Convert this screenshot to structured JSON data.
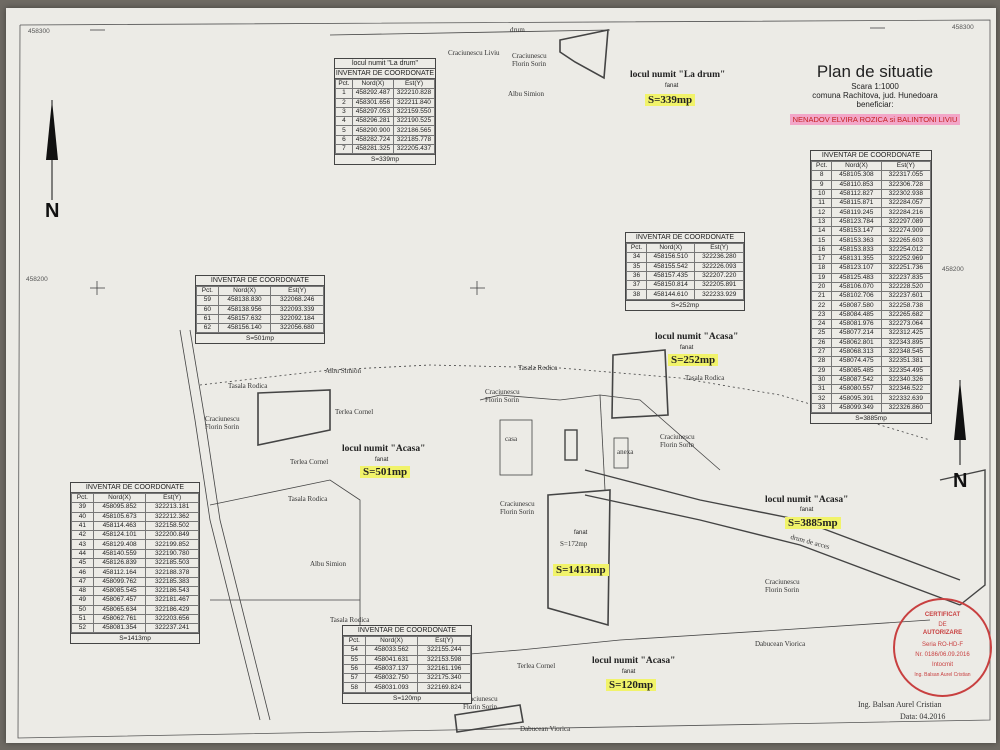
{
  "title_block": {
    "title": "Plan de situatie",
    "scale": "Scara 1:1000",
    "location": "comuna Rachitova, jud. Hunedoara",
    "beneficiar_label": "beneficiar:",
    "beneficiar": "NENADOV ELVIRA ROZICA si BALINTONI LIVIU"
  },
  "north_label": "N",
  "grid_coords": {
    "top_left": "458300",
    "top_right": "458300",
    "left_mid": "458200",
    "right_mid": "458200"
  },
  "parcels": [
    {
      "id": "la-drum",
      "loc": "locul numit \"La drum\"",
      "fanat": "fanat",
      "area": "S=339mp"
    },
    {
      "id": "acasa-252",
      "loc": "locul numit \"Acasa\"",
      "fanat": "fanat",
      "area": "S=252mp"
    },
    {
      "id": "acasa-501",
      "loc": "locul numit \"Acasa\"",
      "fanat": "fanat",
      "area": "S=501mp"
    },
    {
      "id": "acasa-1413",
      "loc": "",
      "fanat": "fanat",
      "area": "S=1413mp"
    },
    {
      "id": "acasa-3885",
      "loc": "locul numit \"Acasa\"",
      "fanat": "fanat",
      "area": "S=3885mp"
    },
    {
      "id": "acasa-120",
      "loc": "locul numit \"Acasa\"",
      "fanat": "fanat",
      "area": "S=120mp"
    }
  ],
  "map_labels": {
    "drum": "drum",
    "craciunescu_liviu": "Craciunescu Liviu",
    "craciunescu_florin_sorin": "Craciunescu Florin Sorin",
    "albu_simion": "Albu Simion",
    "tasala_rodica": "Tasala Rodica",
    "terlea_cornel": "Terlea Cornel",
    "casa": "casa",
    "anexa": "anexa",
    "drum_de_acces": "drum de acces",
    "dabucean_viorica": "Dabucean Viorica",
    "s_small": "S=172mp"
  },
  "tables": {
    "t1": {
      "caption": "locul numit \"La drum\"",
      "title": "INVENTAR DE COORDONATE",
      "headers": [
        "Pct.",
        "Nord(X)",
        "Est(Y)"
      ],
      "rows": [
        [
          "1",
          "458292.487",
          "322210.828"
        ],
        [
          "2",
          "458301.656",
          "322211.840"
        ],
        [
          "3",
          "458297.053",
          "322159.550"
        ],
        [
          "4",
          "458296.281",
          "322190.525"
        ],
        [
          "5",
          "458290.900",
          "322186.565"
        ],
        [
          "6",
          "458282.724",
          "322185.778"
        ],
        [
          "7",
          "458281.325",
          "322205.437"
        ]
      ],
      "area": "S=339mp"
    },
    "t2": {
      "title": "INVENTAR DE COORDONATE",
      "headers": [
        "Pct.",
        "Nord(X)",
        "Est(Y)"
      ],
      "rows": [
        [
          "8",
          "458105.308",
          "322317.055"
        ],
        [
          "9",
          "458110.853",
          "322306.728"
        ],
        [
          "10",
          "458112.827",
          "322302.938"
        ],
        [
          "11",
          "458115.871",
          "322284.057"
        ],
        [
          "12",
          "458119.245",
          "322284.216"
        ],
        [
          "13",
          "458123.784",
          "322297.089"
        ],
        [
          "14",
          "458153.147",
          "322274.909"
        ],
        [
          "15",
          "458153.363",
          "322265.603"
        ],
        [
          "16",
          "458153.833",
          "322254.012"
        ],
        [
          "17",
          "458131.355",
          "322252.969"
        ],
        [
          "18",
          "458123.107",
          "322251.736"
        ],
        [
          "19",
          "458125.483",
          "322237.835"
        ],
        [
          "20",
          "458106.070",
          "322228.520"
        ],
        [
          "21",
          "458102.706",
          "322237.601"
        ],
        [
          "22",
          "458087.580",
          "322258.738"
        ],
        [
          "23",
          "458084.485",
          "322265.682"
        ],
        [
          "24",
          "458081.976",
          "322273.064"
        ],
        [
          "25",
          "458077.214",
          "322312.425"
        ],
        [
          "26",
          "458062.801",
          "322343.895"
        ],
        [
          "27",
          "458068.313",
          "322348.545"
        ],
        [
          "28",
          "458074.475",
          "322351.381"
        ],
        [
          "29",
          "458085.485",
          "322354.495"
        ],
        [
          "30",
          "458087.542",
          "322340.326"
        ],
        [
          "31",
          "458080.557",
          "322346.522"
        ],
        [
          "32",
          "458095.391",
          "322332.639"
        ],
        [
          "33",
          "458099.349",
          "322326.860"
        ]
      ],
      "area": "S=3885mp"
    },
    "t3": {
      "title": "INVENTAR DE COORDONATE",
      "headers": [
        "Pct.",
        "Nord(X)",
        "Est(Y)"
      ],
      "rows": [
        [
          "34",
          "458156.510",
          "322236.280"
        ],
        [
          "35",
          "458155.542",
          "322226.093"
        ],
        [
          "36",
          "458157.435",
          "322207.220"
        ],
        [
          "37",
          "458150.814",
          "322205.891"
        ],
        [
          "38",
          "458144.610",
          "322233.929"
        ]
      ],
      "area": "S=252mp"
    },
    "t4": {
      "title": "INVENTAR DE COORDONATE",
      "headers": [
        "Pct.",
        "Nord(X)",
        "Est(Y)"
      ],
      "rows": [
        [
          "59",
          "458138.830",
          "322068.246"
        ],
        [
          "60",
          "458138.956",
          "322093.339"
        ],
        [
          "61",
          "458157.632",
          "322092.184"
        ],
        [
          "62",
          "458156.140",
          "322056.680"
        ]
      ],
      "area": "S=501mp"
    },
    "t5": {
      "title": "INVENTAR DE COORDONATE",
      "headers": [
        "Pct.",
        "Nord(X)",
        "Est(Y)"
      ],
      "rows": [
        [
          "39",
          "458095.852",
          "322213.181"
        ],
        [
          "40",
          "458105.673",
          "322212.362"
        ],
        [
          "41",
          "458114.463",
          "322158.502"
        ],
        [
          "42",
          "458124.101",
          "322200.849"
        ],
        [
          "43",
          "458129.408",
          "322199.852"
        ],
        [
          "44",
          "458140.559",
          "322190.780"
        ],
        [
          "45",
          "458126.839",
          "322185.503"
        ],
        [
          "46",
          "458112.164",
          "322188.378"
        ],
        [
          "47",
          "458099.762",
          "322185.383"
        ],
        [
          "48",
          "458085.545",
          "322186.543"
        ],
        [
          "49",
          "458067.457",
          "322181.467"
        ],
        [
          "50",
          "458065.634",
          "322186.429"
        ],
        [
          "51",
          "458062.761",
          "322203.656"
        ],
        [
          "52",
          "458081.354",
          "322237.241"
        ]
      ],
      "area": "S=1413mp"
    },
    "t6": {
      "title": "INVENTAR DE COORDONATE",
      "headers": [
        "Pct.",
        "Nord(X)",
        "Est(Y)"
      ],
      "rows": [
        [
          "54",
          "458033.562",
          "322155.244"
        ],
        [
          "55",
          "458041.631",
          "322153.598"
        ],
        [
          "56",
          "458037.137",
          "322161.196"
        ],
        [
          "57",
          "458032.750",
          "322175.340"
        ],
        [
          "58",
          "458031.093",
          "322169.824"
        ]
      ],
      "area": "S=120mp"
    }
  },
  "stamp": {
    "line1": "CERTIFICAT",
    "line2": "DE",
    "line3": "AUTORIZARE",
    "line4": "Seria RO-HD-F",
    "line5": "Nr. 0186/06.09.2016",
    "line6": "Intocmit",
    "line7": "Ing. Balsan Aurel Cristian"
  },
  "signature": {
    "author": "Ing. Balsan Aurel Cristian",
    "date": "Data: 04.2016"
  },
  "colors": {
    "highlight_yellow": "#f1f36a",
    "highlight_pink": "#f2a6c8",
    "stamp_red": "#c84040"
  }
}
